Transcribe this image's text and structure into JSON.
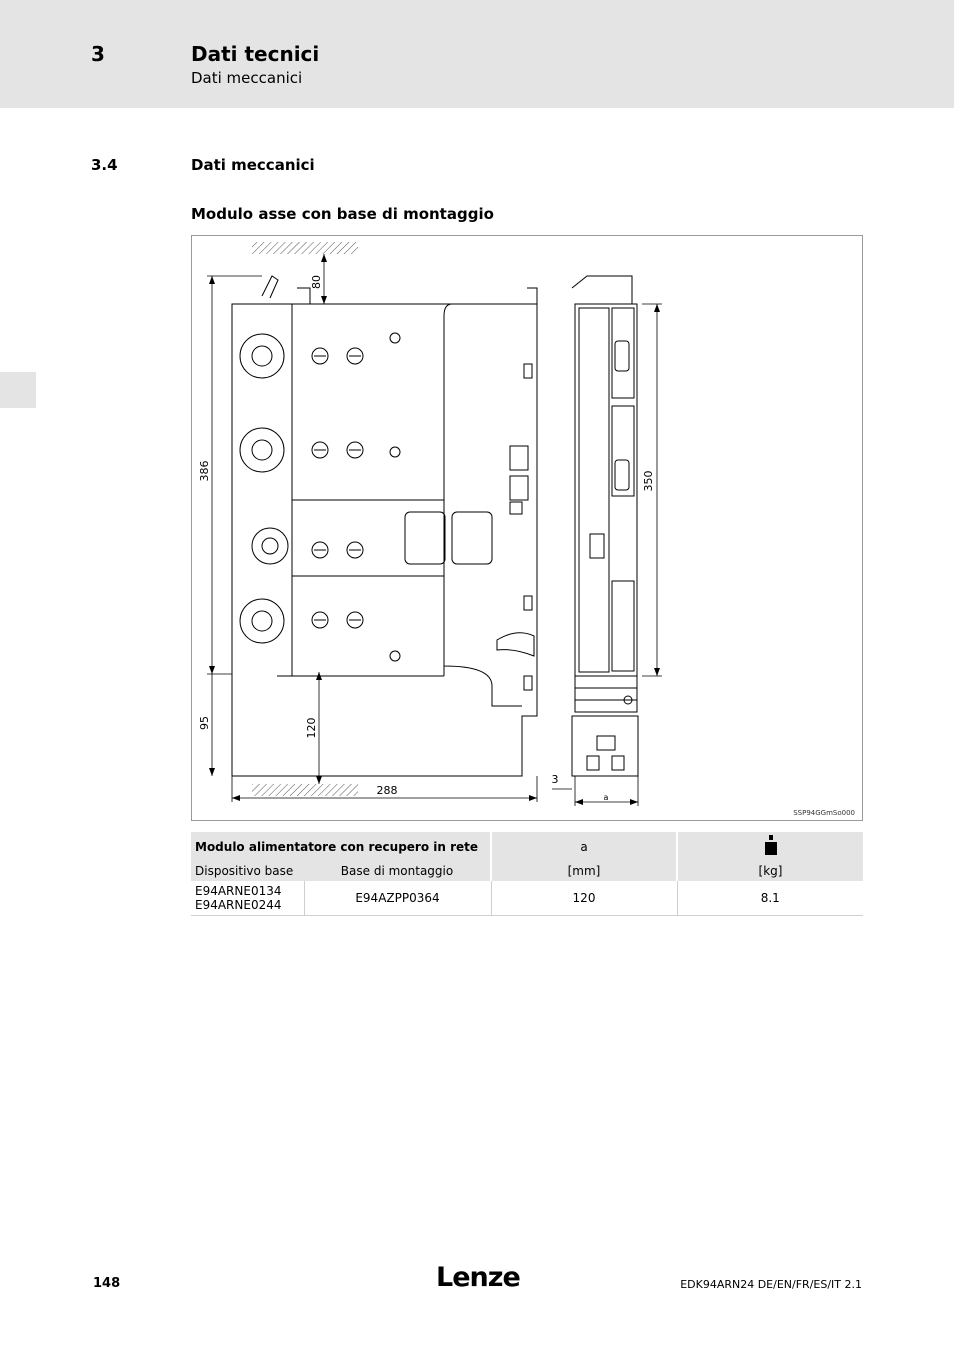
{
  "header": {
    "chapter_number": "3",
    "chapter_title": "Dati tecnici",
    "chapter_subtitle": "Dati meccanici"
  },
  "section": {
    "number": "3.4",
    "title": "Dati meccanici"
  },
  "figure": {
    "heading": "Modulo asse con base di montaggio",
    "dimensions": {
      "top_clearance": "80",
      "height_total": "386",
      "bottom_clearance": "95",
      "depth_offset": "120",
      "depth": "288",
      "gap": "3",
      "width_a": "a",
      "height_front": "350"
    },
    "code": "SSP94GGmSo000"
  },
  "table": {
    "header_group": "Modulo alimentatore con recupero in rete",
    "col_a": "a",
    "col_base_device": "Dispositivo base",
    "col_mounting_base": "Base di montaggio",
    "col_mm": "[mm]",
    "col_kg": "[kg]",
    "weight_icon": "weight-icon",
    "rows": [
      {
        "device_1": "E94ARNE0134",
        "device_2": "E94ARNE0244",
        "mounting_base": "E94AZPP0364",
        "a": "120",
        "weight": "8.1"
      }
    ]
  },
  "footer": {
    "page_number": "148",
    "logo": "Lenze",
    "doc_ref": "EDK94ARN24  DE/EN/FR/ES/IT  2.1"
  }
}
